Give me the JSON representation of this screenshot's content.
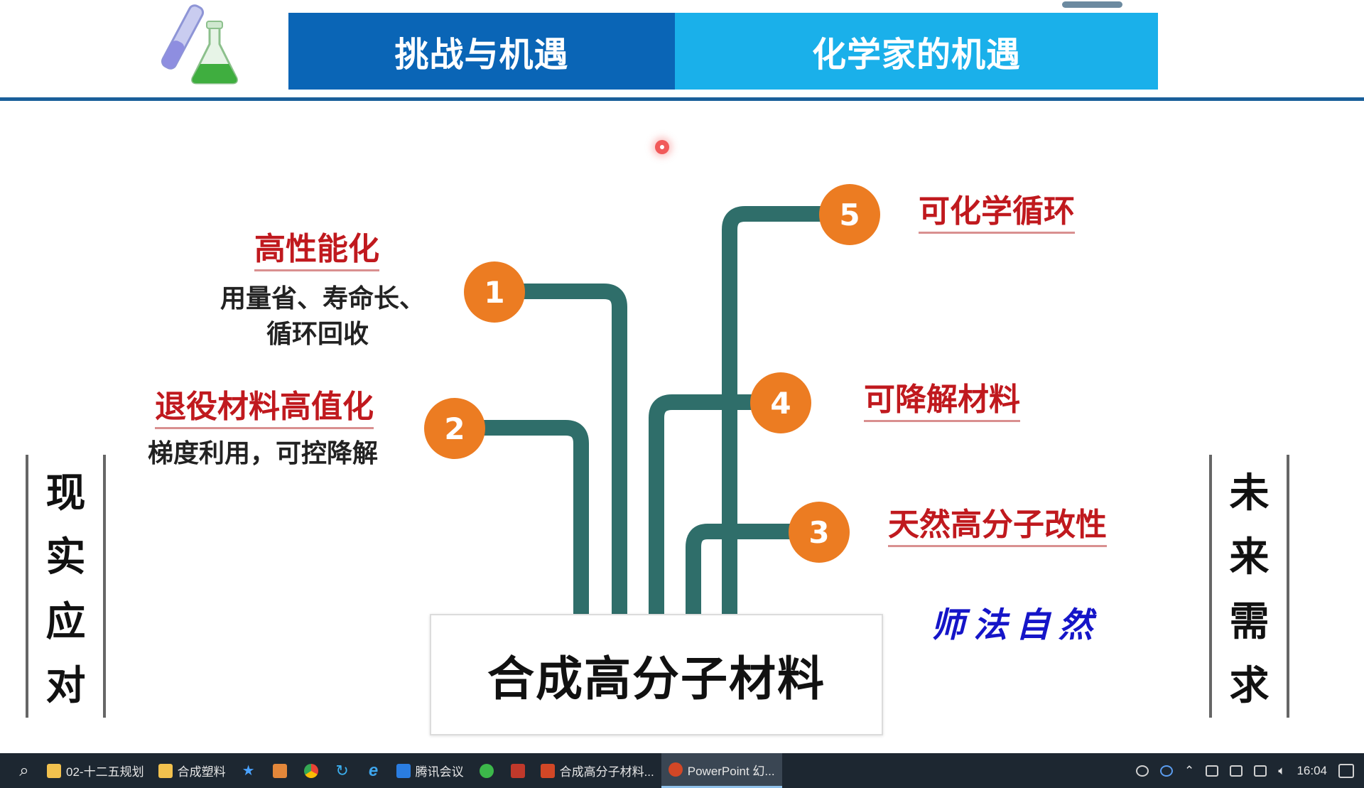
{
  "header": {
    "tab_1": "挑战与机遇",
    "tab_2": "化学家的机遇"
  },
  "diagram": {
    "items": [
      {
        "number": "1",
        "title": "高性能化",
        "desc_line_1": "用量省、寿命长、",
        "desc_line_2": "循环回收"
      },
      {
        "number": "2",
        "title": "退役材料高值化",
        "desc_line_1": "梯度利用，可控降解"
      },
      {
        "number": "3",
        "title": "天然高分子改性"
      },
      {
        "number": "4",
        "title": "可降解材料"
      },
      {
        "number": "5",
        "title": "可化学循环"
      }
    ],
    "base_label": "合成高分子材料",
    "slogan": "师法自然",
    "left_label": [
      "现",
      "实",
      "应",
      "对"
    ],
    "right_label": [
      "未",
      "来",
      "需",
      "求"
    ]
  },
  "colors": {
    "tab_dark": "#0a65b6",
    "tab_light": "#1ab0ea",
    "node": "#ec7c22",
    "line": "#2f6e6a",
    "heading": "#c0191e",
    "slogan": "#1515c8"
  },
  "taskbar": {
    "items": [
      {
        "label": "02-十二五规划",
        "icon": "folder-icon"
      },
      {
        "label": "合成塑料",
        "icon": "folder-icon"
      },
      {
        "label": "腾讯会议",
        "icon": "tencent-meeting-icon"
      },
      {
        "label": "合成高分子材料...",
        "icon": "powerpoint-icon"
      },
      {
        "label": "PowerPoint 幻...",
        "icon": "powerpoint-slideshow-icon"
      }
    ],
    "clock": "16:04"
  }
}
